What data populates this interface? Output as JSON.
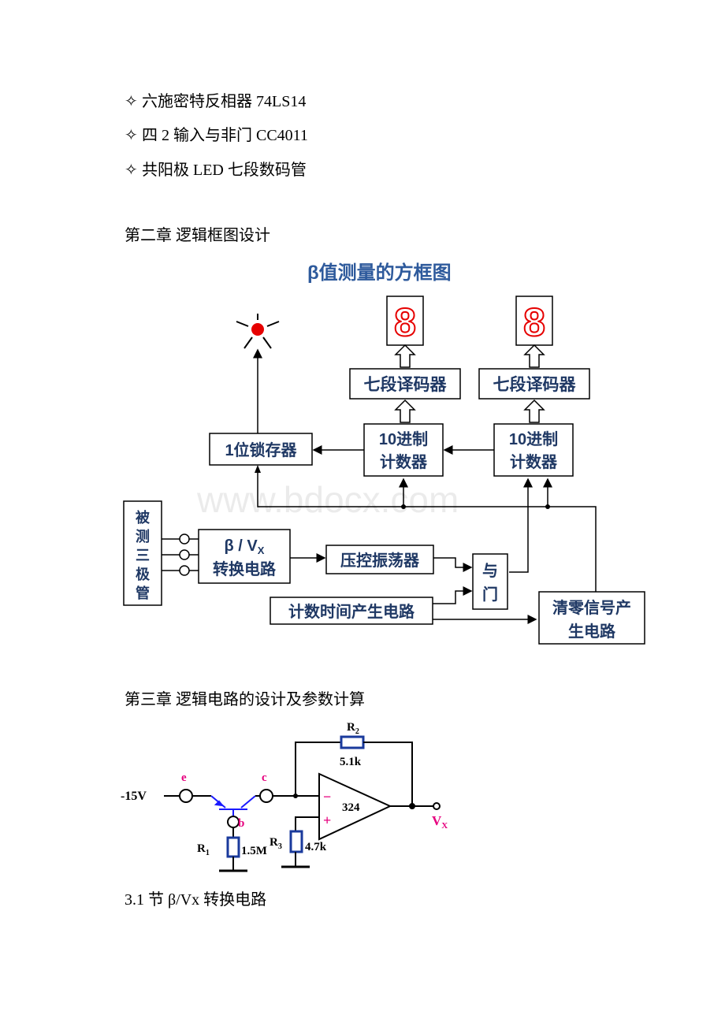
{
  "components": [
    {
      "bullet": "✧",
      "text": "六施密特反相器 74LS14"
    },
    {
      "bullet": "✧",
      "text": "四 2 输入与非门 CC4011"
    },
    {
      "bullet": "✧",
      "text": "共阳极 LED 七段数码管"
    }
  ],
  "chapter2_title": "第二章 逻辑框图设计",
  "block_diagram": {
    "title": "β值测量的方框图",
    "watermark": "www.bdocx.com",
    "decoder_left": "七段译码器",
    "decoder_right": "七段译码器",
    "display_digit": "8",
    "counter_left": [
      "10进制",
      "计数器"
    ],
    "counter_right": [
      "10进制",
      "计数器"
    ],
    "latch": "1位锁存器",
    "transistor_box": [
      "被",
      "测",
      "三",
      "极",
      "管"
    ],
    "converter": [
      "β / V",
      "X",
      "转换电路"
    ],
    "vco": "压控振荡器",
    "and_gate": [
      "与",
      "门"
    ],
    "timer": "计数时间产生电路",
    "clear": [
      "清零信号产",
      "生电路"
    ],
    "colors": {
      "text_blue": "#1f3864",
      "led_red": "#e60000",
      "title_blue": "#2e5a9c"
    }
  },
  "chapter3_title": "第三章 逻辑电路的设计及参数计算",
  "circuit": {
    "supply": "-15V",
    "emitter": "e",
    "collector": "c",
    "base": "b",
    "r2_label": "R",
    "r2_sub": "2",
    "r2_value": "5.1k",
    "opamp": "324",
    "minus": "−",
    "plus": "+",
    "output": "V",
    "output_sub": "X",
    "r1_label": "R",
    "r1_sub": "1",
    "r1_value": "1.5M",
    "r3_label": "R",
    "r3_sub": "3",
    "r3_value": "4.7k",
    "colors": {
      "node_pink": "#e6007e",
      "transistor_blue": "#1a1aff",
      "resistor_blue": "#1a3a9c"
    }
  },
  "section_title": "3.1 节 β/Vx 转换电路"
}
